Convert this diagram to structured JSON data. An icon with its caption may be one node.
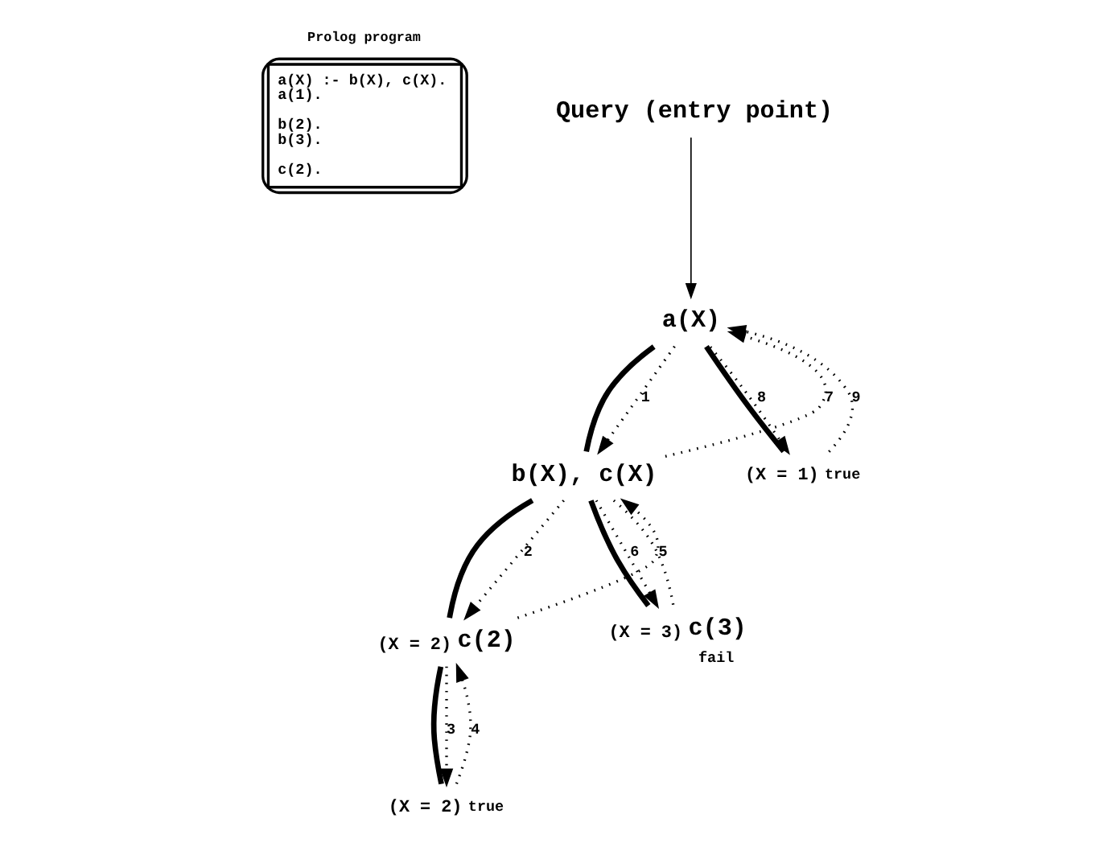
{
  "diagram": {
    "nodes": [
      {
        "text": [
          "Prolog program",
          "a(X) :- b(X), c(X). a(1).",
          "b(2). b(3).",
          "c(2)."
        ]
      },
      {
        "text": [
          "Query (entry point)"
        ]
      },
      {
        "text": [
          "a(X)"
        ]
      },
      {
        "text": [
          "b(X), c(X)"
        ]
      },
      {
        "text": [
          "true"
        ],
        "beside": [
          "(X = 1)"
        ]
      },
      {
        "text": [
          "c(2)"
        ],
        "beside": [
          "(X = 2)"
        ]
      },
      {
        "text": [
          "c(3)"
        ],
        "beside": [
          "(X = 3)",
          "fail"
        ]
      },
      {
        "text": [
          "true"
        ],
        "beside": [
          "(X = 2)"
        ]
      }
    ],
    "edges": [
      {
        "from": 1,
        "to": 2,
        "arrow": "to"
      },
      {
        "from": 2,
        "to": 3,
        "arrow": "none",
        "style": "thick"
      },
      {
        "from": 2,
        "to": 3,
        "arrow": "to",
        "style": "dashed",
        "label": "1"
      },
      {
        "from": 3,
        "to": 2,
        "arrow": "to",
        "style": "dashed",
        "label": "7"
      },
      {
        "from": 2,
        "to": 4,
        "arrow": "none",
        "style": "thick"
      },
      {
        "from": 2,
        "to": 4,
        "arrow": "to",
        "style": "dashed",
        "label": "8"
      },
      {
        "from": 4,
        "to": 2,
        "arrow": "to",
        "style": "dashed",
        "label": "9"
      },
      {
        "from": 3,
        "to": 5,
        "arrow": "none",
        "style": "thick"
      },
      {
        "from": 3,
        "to": 5,
        "arrow": "to",
        "style": "dashed",
        "label": "2"
      },
      {
        "from": 5,
        "to": 3,
        "arrow": "to",
        "style": "dashed",
        "label": "5"
      },
      {
        "from": 3,
        "to": 6,
        "arrow": "none",
        "style": "thick"
      },
      {
        "from": 3,
        "to": 6,
        "arrow": "to",
        "style": "dashed",
        "label": "6"
      },
      {
        "from": 3,
        "to": 6,
        "arrow": "none",
        "style": "dashed"
      },
      {
        "from": 5,
        "to": 7,
        "arrow": "none",
        "style": "thick"
      },
      {
        "from": 5,
        "to": 7,
        "arrow": "to",
        "style": "dashed",
        "label": "3"
      },
      {
        "from": 7,
        "to": 5,
        "arrow": "to",
        "style": "dashed",
        "label": "4"
      }
    ]
  }
}
